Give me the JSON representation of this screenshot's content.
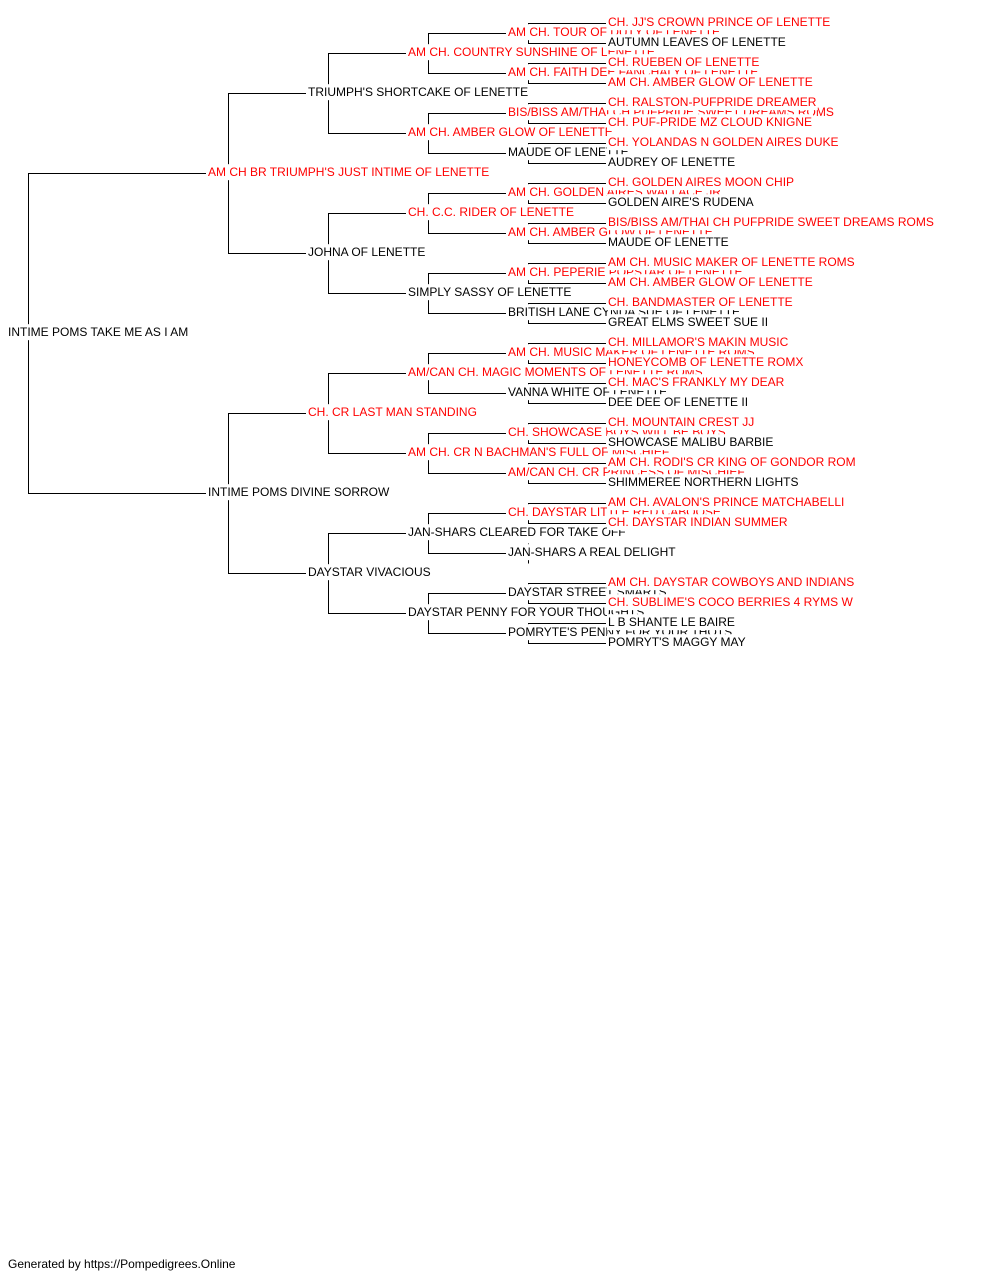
{
  "colors": {
    "champion": "#ff0000",
    "normal": "#000000",
    "line": "#000000"
  },
  "pedigree": {
    "subject": {
      "name": "INTIME POMS TAKE ME AS I AM",
      "champion": false
    },
    "generation1": [
      {
        "name": "AM CH BR TRIUMPH'S JUST INTIME OF LENETTE",
        "champion": true
      },
      {
        "name": "INTIME POMS DIVINE SORROW",
        "champion": false
      }
    ],
    "generation2": [
      {
        "name": "TRIUMPH'S SHORTCAKE OF LENETTE",
        "champion": false
      },
      {
        "name": "JOHNA OF LENETTE",
        "champion": false
      },
      {
        "name": "CH. CR LAST MAN STANDING",
        "champion": true
      },
      {
        "name": "DAYSTAR VIVACIOUS",
        "champion": false
      }
    ],
    "generation3": [
      {
        "name": "AM CH. COUNTRY SUNSHINE OF LENETTE",
        "champion": true
      },
      {
        "name": "AM CH. AMBER GLOW OF LENETTE",
        "champion": true
      },
      {
        "name": "CH. C.C. RIDER OF LENETTE",
        "champion": true
      },
      {
        "name": "SIMPLY SASSY OF LENETTE",
        "champion": false
      },
      {
        "name": "AM/CAN CH. MAGIC MOMENTS OF LENETTE ROMS",
        "champion": true
      },
      {
        "name": "AM CH. CR N BACHMAN'S FULL OF MISCHIEF",
        "champion": true
      },
      {
        "name": "JAN-SHARS CLEARED FOR TAKE OFF",
        "champion": false
      },
      {
        "name": "DAYSTAR PENNY FOR YOUR THOUGHTS",
        "champion": false
      }
    ],
    "generation4": [
      {
        "name": "AM CH. TOUR OF DUTY OF LENETTE",
        "champion": true
      },
      {
        "name": "AM CH. FAITH DEE FANCHALY OF LENETTE",
        "champion": true
      },
      {
        "name": "BIS/BISS AM/THAI CH PUFPRIDE SWEET DREAMS ROMS",
        "champion": true
      },
      {
        "name": "MAUDE OF LENETTE",
        "champion": false
      },
      {
        "name": "AM CH. GOLDEN AIRES WALLACE JR",
        "champion": true
      },
      {
        "name": "AM CH. AMBER GLOW OF LENETTE",
        "champion": true
      },
      {
        "name": "AM CH. PEPERIE POPSTAR OF LENETTE",
        "champion": true
      },
      {
        "name": "BRITISH LANE CYNDA SUE OF LENETTE",
        "champion": false
      },
      {
        "name": "AM CH. MUSIC MAKER OF LENETTE ROMS",
        "champion": true
      },
      {
        "name": "VANNA WHITE OF LENETTE",
        "champion": false
      },
      {
        "name": "CH. SHOWCASE BOYS WILL BE BOYS",
        "champion": true
      },
      {
        "name": "AM/CAN CH. CR PRINCESS OF MISCHIEF",
        "champion": true
      },
      {
        "name": "CH. DAYSTAR LITTLE RED CABOOSE",
        "champion": true
      },
      {
        "name": "JAN-SHARS A REAL DELIGHT",
        "champion": false
      },
      {
        "name": "DAYSTAR STREET SMARTS",
        "champion": false
      },
      {
        "name": "POMRYTE'S PENNY FOR YOUR THOTS",
        "champion": false
      }
    ],
    "generation5": [
      {
        "name": "CH. JJ'S CROWN PRINCE OF LENETTE",
        "champion": true
      },
      {
        "name": "AUTUMN LEAVES OF LENETTE",
        "champion": false
      },
      {
        "name": "CH. RUEBEN OF LENETTE",
        "champion": true
      },
      {
        "name": "AM CH. AMBER GLOW OF LENETTE",
        "champion": true
      },
      {
        "name": "CH. RALSTON-PUFPRIDE DREAMER",
        "champion": true
      },
      {
        "name": "CH. PUF-PRIDE MZ CLOUD KNIGNE",
        "champion": true
      },
      {
        "name": "CH. YOLANDAS N GOLDEN AIRES DUKE",
        "champion": true
      },
      {
        "name": "AUDREY OF LENETTE",
        "champion": false
      },
      {
        "name": "CH. GOLDEN AIRES MOON CHIP",
        "champion": true
      },
      {
        "name": "GOLDEN AIRE'S RUDENA",
        "champion": false
      },
      {
        "name": "BIS/BISS AM/THAI CH PUFPRIDE SWEET DREAMS ROMS",
        "champion": true
      },
      {
        "name": "MAUDE OF LENETTE",
        "champion": false
      },
      {
        "name": "AM CH. MUSIC MAKER OF LENETTE ROMS",
        "champion": true
      },
      {
        "name": "AM CH. AMBER GLOW OF LENETTE",
        "champion": true
      },
      {
        "name": "CH. BANDMASTER OF LENETTE",
        "champion": true
      },
      {
        "name": "GREAT ELMS SWEET SUE II",
        "champion": false
      },
      {
        "name": "CH. MILLAMOR'S MAKIN MUSIC",
        "champion": true
      },
      {
        "name": "HONEYCOMB OF LENETTE ROMX",
        "champion": true
      },
      {
        "name": "CH. MAC'S FRANKLY MY DEAR",
        "champion": true
      },
      {
        "name": "DEE DEE OF LENETTE II",
        "champion": false
      },
      {
        "name": "CH. MOUNTAIN CREST JJ",
        "champion": true
      },
      {
        "name": "SHOWCASE MALIBU BARBIE",
        "champion": false
      },
      {
        "name": "AM CH. RODI'S CR KING OF GONDOR ROM",
        "champion": true
      },
      {
        "name": "SHIMMEREE NORTHERN LIGHTS",
        "champion": false
      },
      {
        "name": "AM CH. AVALON'S PRINCE MATCHABELLI",
        "champion": true
      },
      {
        "name": "CH. DAYSTAR INDIAN SUMMER",
        "champion": true
      },
      {
        "name": "",
        "champion": false
      },
      {
        "name": "",
        "champion": false
      },
      {
        "name": "AM CH. DAYSTAR COWBOYS AND INDIANS",
        "champion": true
      },
      {
        "name": "CH. SUBLIME'S COCO BERRIES 4 RYMS W",
        "champion": true
      },
      {
        "name": "L B SHANTE LE BAIRE",
        "champion": false
      },
      {
        "name": "POMRYT'S MAGGY MAY",
        "champion": false
      }
    ]
  },
  "footer": {
    "text": "Generated by https://Pompedigrees.Online"
  }
}
